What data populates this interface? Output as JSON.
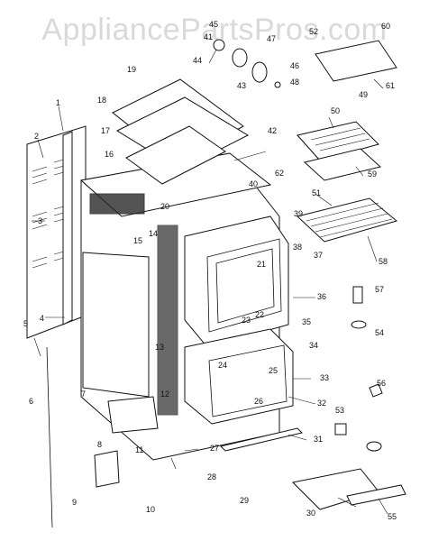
{
  "watermark": "AppliancePartsPros.com",
  "callouts": [
    "1",
    "2",
    "3",
    "4",
    "5",
    "6",
    "7",
    "8",
    "9",
    "10",
    "11",
    "12",
    "13",
    "14",
    "15",
    "16",
    "17",
    "18",
    "19",
    "20",
    "21",
    "22",
    "23",
    "24",
    "25",
    "26",
    "27",
    "28",
    "29",
    "30",
    "31",
    "32",
    "33",
    "34",
    "35",
    "36",
    "37",
    "38",
    "39",
    "40",
    "41",
    "42",
    "43",
    "44",
    "45",
    "46",
    "47",
    "48",
    "49",
    "50",
    "51",
    "52",
    "53",
    "54",
    "55",
    "56",
    "57",
    "58",
    "59",
    "60",
    "61",
    "62"
  ]
}
